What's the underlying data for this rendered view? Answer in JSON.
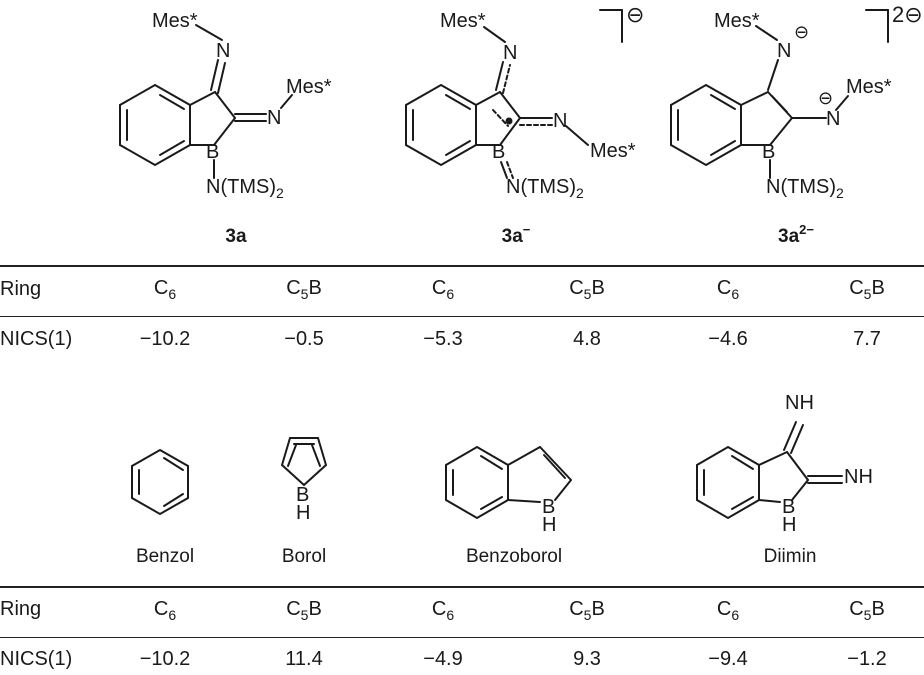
{
  "structures_top": {
    "compound_a": {
      "mes1": "Mes*",
      "n1": "N",
      "mes2": "Mes*",
      "n2": "N",
      "b": "B",
      "sub": "N(TMS)",
      "sub_idx": "2",
      "label": "3a"
    },
    "compound_b": {
      "mes1": "Mes*",
      "n1": "N",
      "mes2": "Mes*",
      "n2": "N",
      "b": "B",
      "sub": "N(TMS)",
      "sub_idx": "2",
      "label_main": "3a",
      "label_sup": "−",
      "charge": "⊖"
    },
    "compound_c": {
      "mes1": "Mes*",
      "n1": "N",
      "mes2": "Mes*",
      "n2": "N",
      "b": "B",
      "sub": "N(TMS)",
      "sub_idx": "2",
      "label_main": "3a",
      "label_sup": "2−",
      "charge": "2⊖",
      "n_minus": "⊖"
    }
  },
  "table1": {
    "ring_label": "Ring",
    "nics_label": "NICS(1)",
    "headers": [
      {
        "main": "C",
        "idx": "6",
        "tail": ""
      },
      {
        "main": "C",
        "idx": "5",
        "tail": "B"
      },
      {
        "main": "C",
        "idx": "6",
        "tail": ""
      },
      {
        "main": "C",
        "idx": "5",
        "tail": "B"
      },
      {
        "main": "C",
        "idx": "6",
        "tail": ""
      },
      {
        "main": "C",
        "idx": "5",
        "tail": "B"
      }
    ],
    "values": [
      "−10.2",
      "−0.5",
      "−5.3",
      "4.8",
      "−4.6",
      "7.7"
    ]
  },
  "structures_bottom": {
    "benzol": {
      "name": "Benzol"
    },
    "borol": {
      "name": "Borol",
      "b": "B",
      "h": "H"
    },
    "benzoborol": {
      "name": "Benzoborol",
      "b": "B",
      "h": "H"
    },
    "diimin": {
      "name": "Diimin",
      "b": "B",
      "h": "H",
      "nh1": "NH",
      "nh2": "NH"
    }
  },
  "table2": {
    "ring_label": "Ring",
    "nics_label": "NICS(1)",
    "headers": [
      {
        "main": "C",
        "idx": "6",
        "tail": ""
      },
      {
        "main": "C",
        "idx": "5",
        "tail": "B"
      },
      {
        "main": "C",
        "idx": "6",
        "tail": ""
      },
      {
        "main": "C",
        "idx": "5",
        "tail": "B"
      },
      {
        "main": "C",
        "idx": "6",
        "tail": ""
      },
      {
        "main": "C",
        "idx": "5",
        "tail": "B"
      }
    ],
    "values": [
      "−10.2",
      "11.4",
      "−4.9",
      "9.3",
      "−9.4",
      "−1.2"
    ]
  }
}
